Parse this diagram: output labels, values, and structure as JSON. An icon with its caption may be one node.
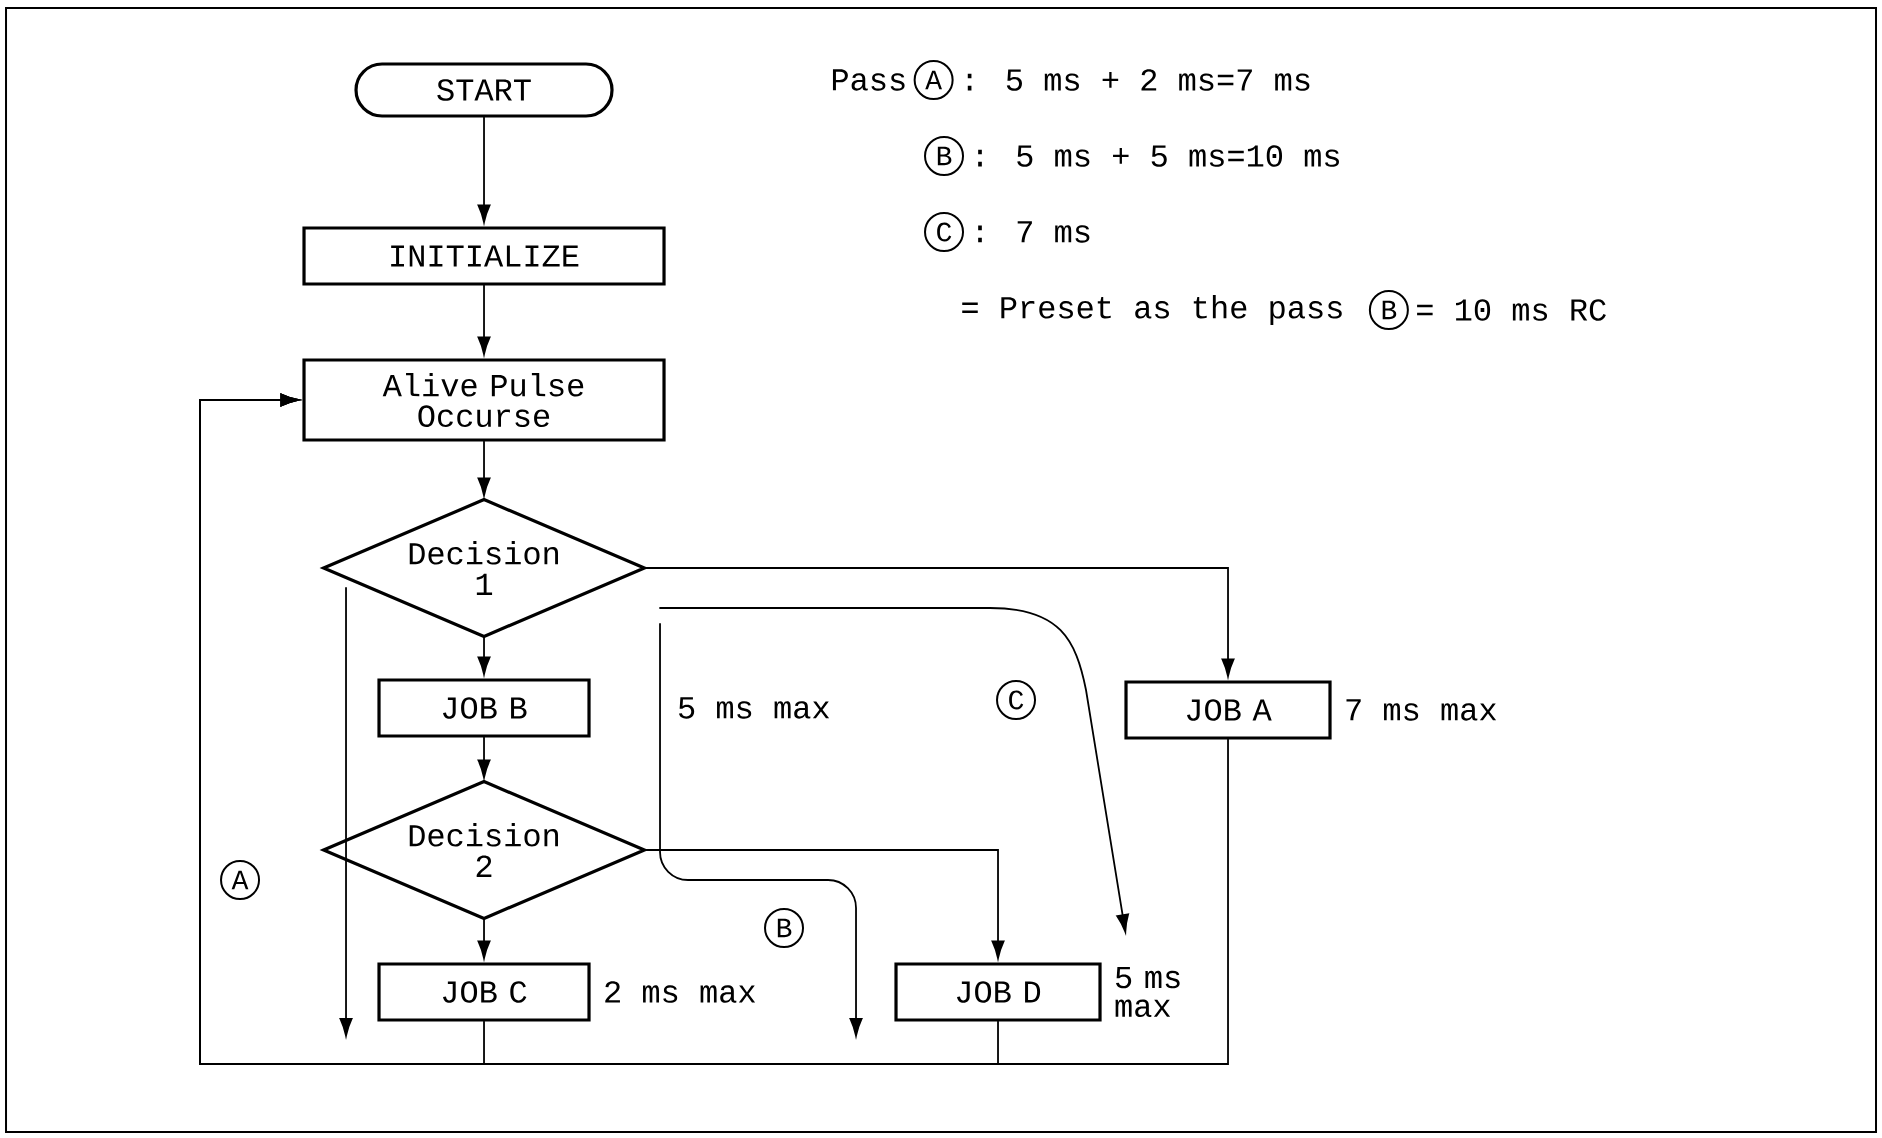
{
  "diagram": {
    "nodes": [
      {
        "text": [
          "START"
        ]
      },
      {
        "text": [
          "INITIALIZE"
        ]
      },
      {
        "text": [
          "Alive Pulse Occurse"
        ]
      },
      {
        "text": [
          "Decision 1"
        ]
      },
      {
        "text": [
          "JOB B"
        ],
        "beside": [
          "5 ms max"
        ]
      },
      {
        "text": [
          "Decision 2"
        ]
      },
      {
        "text": [
          "JOB C"
        ],
        "beside": [
          "2 ms max"
        ]
      },
      {
        "text": [
          "JOB A"
        ],
        "beside": [
          "7 ms max"
        ]
      },
      {
        "text": [
          "JOB D"
        ],
        "beside": [
          "5 ms max"
        ]
      }
    ],
    "edges": [
      {
        "from": 0,
        "to": 1,
        "arrow": "to"
      },
      {
        "from": 1,
        "to": 2,
        "arrow": "to"
      },
      {
        "from": 2,
        "to": 3,
        "arrow": "to"
      },
      {
        "from": 3,
        "to": 4,
        "arrow": "to"
      },
      {
        "from": 3,
        "to": 7,
        "arrow": "to"
      },
      {
        "from": 4,
        "to": 5,
        "arrow": "to"
      },
      {
        "from": 5,
        "to": 6,
        "arrow": "to"
      },
      {
        "from": 5,
        "to": 8,
        "arrow": "to"
      },
      {
        "from": 6,
        "to": 2,
        "arrow": "to"
      },
      {
        "from": 8,
        "to": 2,
        "arrow": "to"
      },
      {
        "from": 7,
        "to": 2,
        "arrow": "to"
      }
    ],
    "labels": [
      "Pass",
      "A",
      ": 5 ms + 2 ms=7 ms",
      "B",
      ": 5 ms + 5 ms=10 ms",
      "C",
      ": 7 ms",
      "= Preset as the pass",
      "B",
      "= 10 ms RC",
      "C",
      "A",
      "B"
    ]
  }
}
